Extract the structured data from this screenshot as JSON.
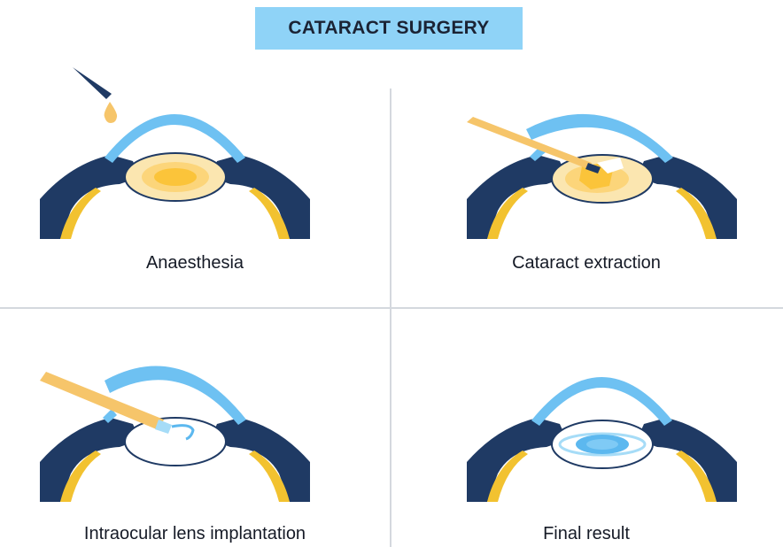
{
  "title": "CATARACT SURGERY",
  "steps": [
    {
      "label": "Anaesthesia"
    },
    {
      "label": "Cataract extraction"
    },
    {
      "label": "Intraocular lens implantation"
    },
    {
      "label": "Final result"
    }
  ],
  "colors": {
    "title_bg": "#8fd3f7",
    "sclera": "#1f3a64",
    "cornea": "#6ec1f2",
    "cataract": "#fbc43a",
    "cataract_light": "#fbe6b0",
    "tool": "#f6c56a",
    "iol": "#5cb8ef",
    "divider": "#d4d8de"
  }
}
